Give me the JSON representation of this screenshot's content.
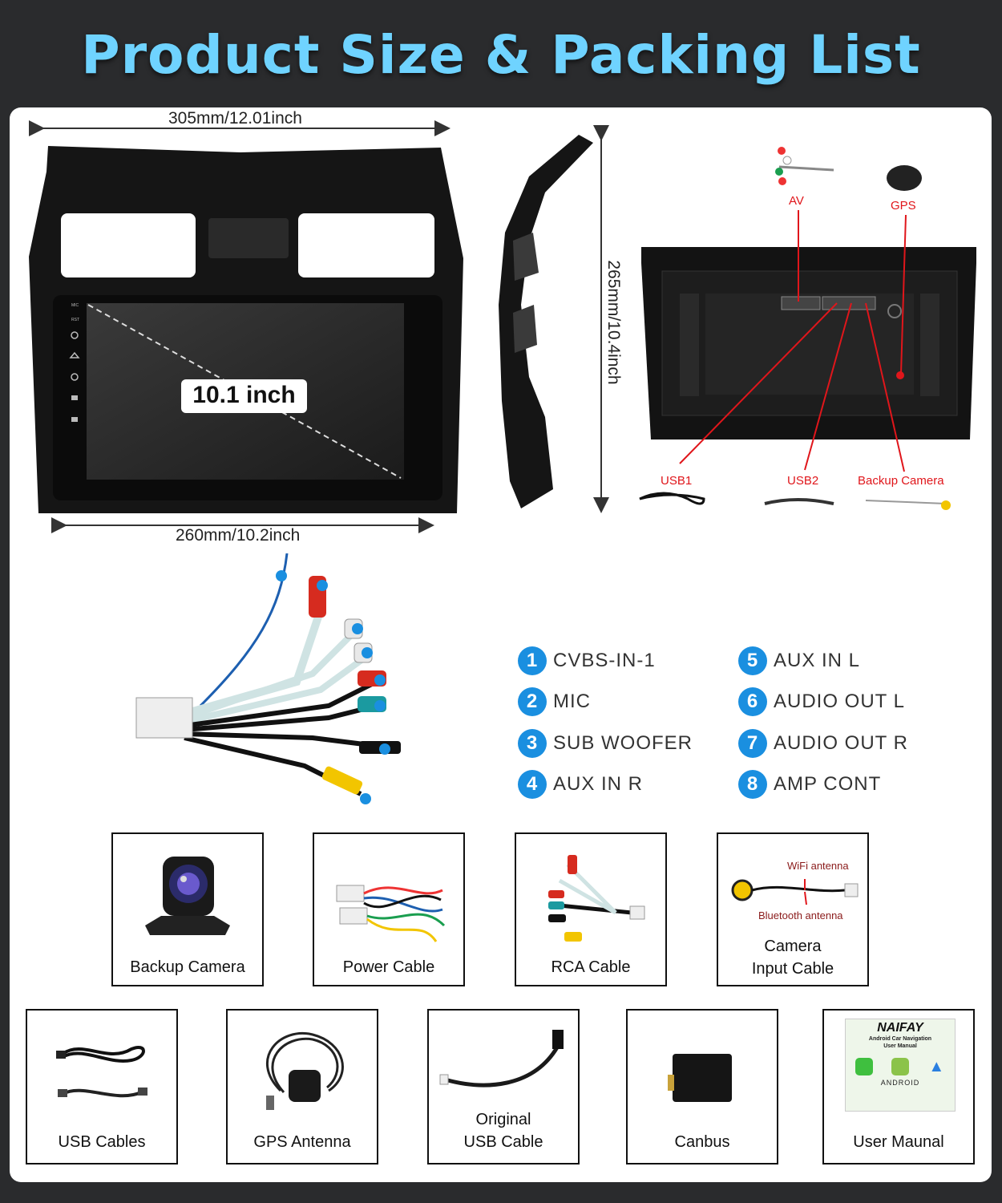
{
  "title": "Product Size & Packing List",
  "dimensions": {
    "top_width": "305mm/12.01inch",
    "bottom_width": "260mm/10.2inch",
    "height": "265mm/10.4inch",
    "screen_size": "10.1 inch"
  },
  "screen_side_labels": [
    "MIC",
    "RST"
  ],
  "rear_labels": {
    "av": "AV",
    "gps": "GPS",
    "usb1": "USB1",
    "usb2": "USB2",
    "backup_camera": "Backup Camera"
  },
  "rca_legend": [
    {
      "num": "1",
      "label": "CVBS-IN-1"
    },
    {
      "num": "2",
      "label": "MIC"
    },
    {
      "num": "3",
      "label": "SUB WOOFER"
    },
    {
      "num": "4",
      "label": "AUX IN R"
    },
    {
      "num": "5",
      "label": "AUX IN L"
    },
    {
      "num": "6",
      "label": "AUDIO OUT L"
    },
    {
      "num": "7",
      "label": "AUDIO OUT R"
    },
    {
      "num": "8",
      "label": "AMP CONT"
    }
  ],
  "packing_row1": [
    {
      "label": "Backup Camera"
    },
    {
      "label": "Power Cable"
    },
    {
      "label": "RCA Cable"
    },
    {
      "label": "Camera\nInput Cable"
    }
  ],
  "camera_input_notes": {
    "wifi": "WiFi antenna",
    "bluetooth": "Bluetooth antenna"
  },
  "packing_row2": [
    {
      "label": "USB Cables"
    },
    {
      "label": "GPS Antenna"
    },
    {
      "label": "Original\nUSB Cable"
    },
    {
      "label": "Canbus"
    },
    {
      "label": "User Maunal"
    }
  ],
  "manual": {
    "brand": "NAIFAY",
    "subtitle": "Android Car Navigation\nUser Manual",
    "android_text": "ANDROID"
  },
  "colors": {
    "title": "#6fd3ff",
    "accent_blue": "#1a8fe0",
    "callout_red": "#e0161b",
    "background": "#2a2b2d"
  }
}
